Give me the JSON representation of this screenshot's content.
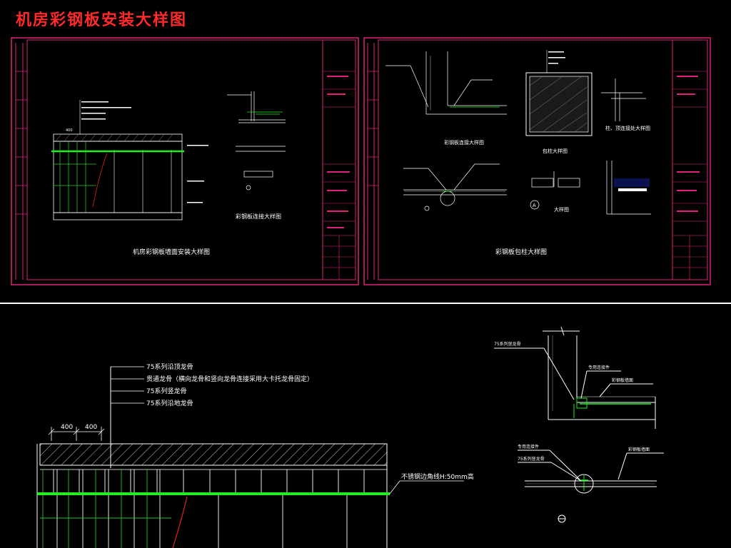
{
  "page_title": "机房彩钢板安装大样图",
  "sheet1": {
    "main_caption": "机房彩钢板墙面安装大样图",
    "detail_caption": "彩钢板连接大样图",
    "dim_left": "400"
  },
  "sheet2": {
    "caption_connection": "彩钢板连接大样图",
    "caption_column": "包柱大样图",
    "caption_column_top": "柱、顶连接处大样图",
    "caption_detail": "大样图",
    "marker": "A",
    "main_caption": "彩钢板包柱大样图"
  },
  "detail": {
    "leaders": [
      "75系列沿顶龙骨",
      "贯通龙骨（横向龙骨和竖向龙骨连接采用大卡托龙骨固定）",
      "75系列竖龙骨",
      "75系列沿地龙骨"
    ],
    "dims": [
      "400",
      "400"
    ],
    "steel_label": "不锈钢边角线H:50mm高",
    "right_labels": [
      "75系列竖龙骨",
      "专用连接件",
      "彩钢板墙面",
      "专用连接件",
      "75系列竖龙骨",
      "彩钢板墙面"
    ]
  },
  "colors": {
    "frame": "#e0207a",
    "linework": "#ffffff",
    "highlight": "#22ee22",
    "title": "#ff2a2a"
  }
}
